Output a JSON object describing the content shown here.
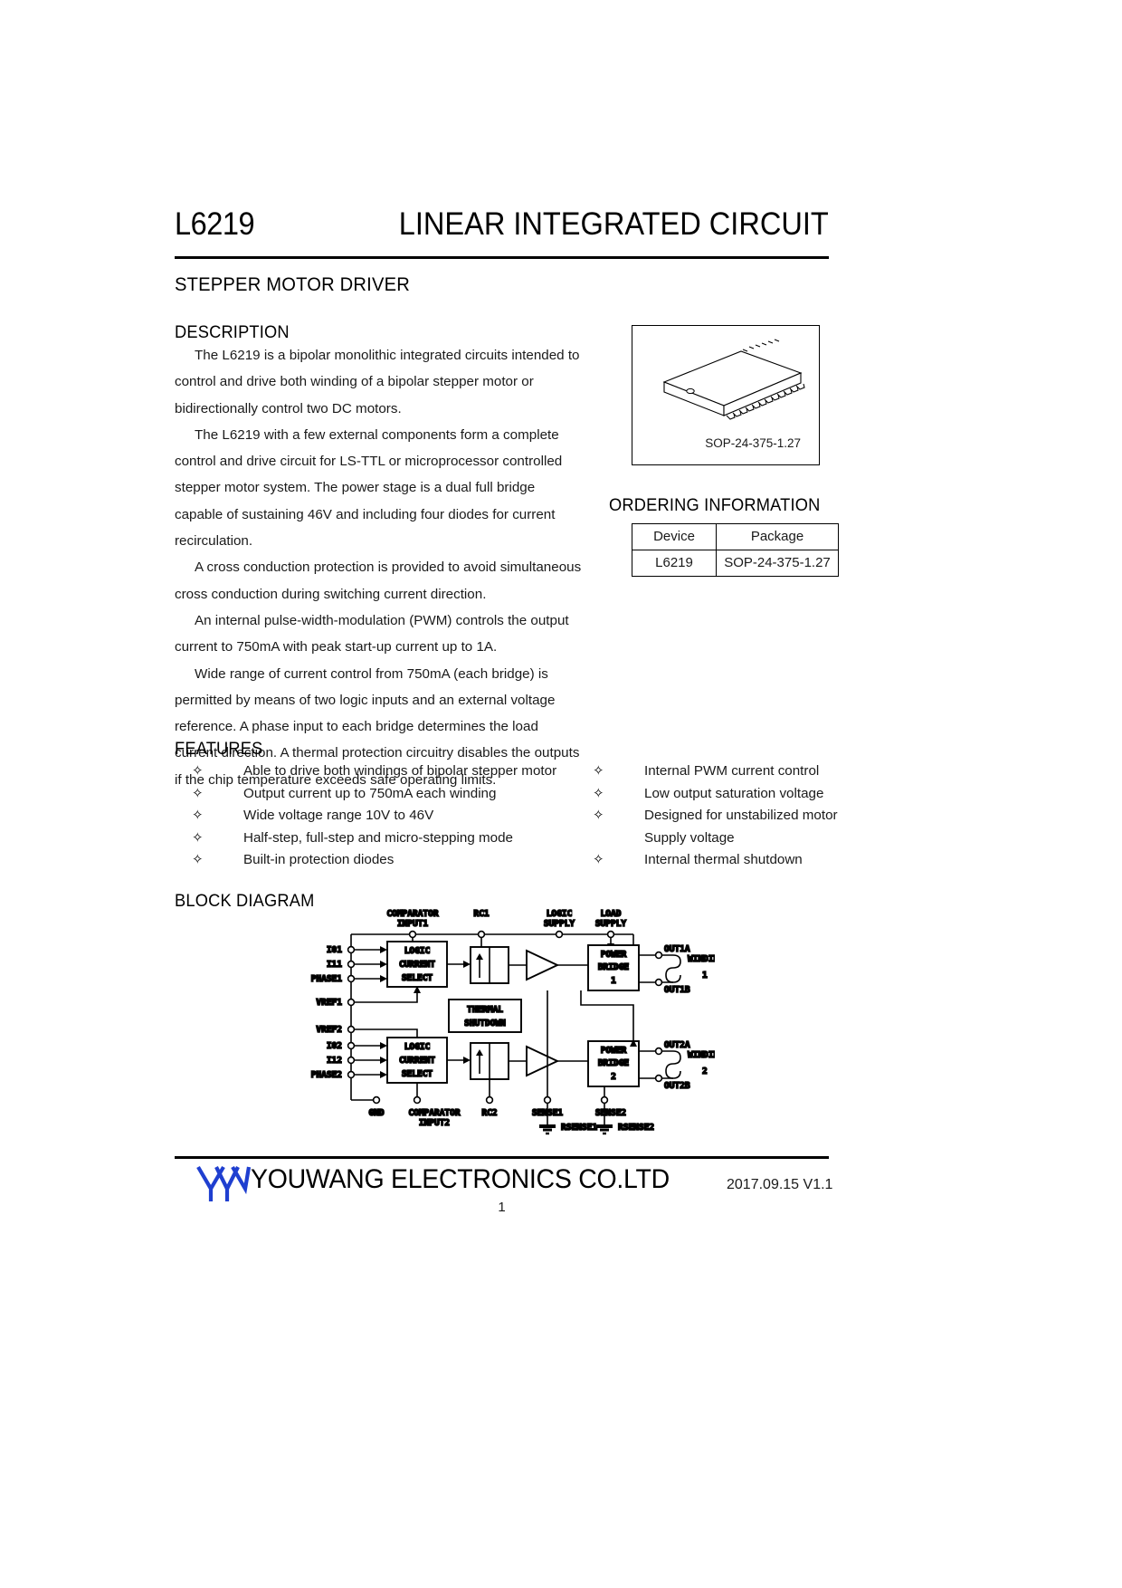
{
  "header": {
    "doc_code": "L6219",
    "doc_title": "LINEAR INTEGRATED CIRCUIT",
    "subtitle": "STEPPER MOTOR DRIVER"
  },
  "sections": {
    "description_heading": "DESCRIPTION",
    "ordering_heading": "ORDERING INFORMATION",
    "features_heading": "FEATURES",
    "block_heading": "BLOCK DIAGRAM"
  },
  "description": {
    "paragraphs": [
      [
        "The L6219 is a bipolar monolithic integrated circuits intended to",
        "control and drive both winding of a bipolar stepper motor or",
        "bidirectionally control two DC motors."
      ],
      [
        "The L6219 with a few external components form a complete",
        "control and drive circuit for LS-TTL or microprocessor controlled",
        "stepper motor system. The power stage is a dual full bridge",
        "capable of sustaining 46V and including four diodes for current",
        "recirculation."
      ],
      [
        "A cross conduction protection is provided to avoid simultaneous",
        "cross conduction during switching current direction."
      ],
      [
        "An internal pulse-width-modulation (PWM) controls the output",
        "current to 750mA with peak start-up current up to 1A."
      ],
      [
        "Wide range of current control from 750mA (each bridge) is",
        "permitted by means of two logic inputs and an external voltage",
        "reference. A phase input to each bridge determines the load",
        "current direction. A thermal protection circuitry disables the outputs",
        "if the chip temperature exceeds safe operating limits."
      ]
    ]
  },
  "package": {
    "caption": "SOP-24-375-1.27"
  },
  "ordering_table": {
    "headers": [
      "Device",
      "Package"
    ],
    "rows": [
      [
        "L6219",
        "SOP-24-375-1.27"
      ]
    ]
  },
  "features": {
    "bullet_glyph": "✧",
    "left": [
      "Able to drive both windings of bipolar stepper motor",
      "Output current up to 750mA each winding",
      "Wide voltage range 10V to 46V",
      "Half-step, full-step and micro-stepping mode",
      "Built-in protection diodes"
    ],
    "right": [
      "Internal PWM current control",
      "Low output saturation voltage",
      "Designed for unstabilized motor",
      "Internal thermal shutdown"
    ],
    "right_continuation": "Supply voltage"
  },
  "block_diagram": {
    "top_labels": {
      "comparator_input1_l1": "COMPARATOR",
      "comparator_input1_l2": "INPUT1",
      "rc1": "RC1",
      "logic_supply_l1": "LOGIC",
      "logic_supply_l2": "SUPPLY",
      "load_supply_l1": "LOAD",
      "load_supply_l2": "SUPPLY"
    },
    "left_pins_ch1": [
      "I01",
      "I11",
      "PHASE1"
    ],
    "left_pins_mid": [
      "VREF1",
      "VREF2"
    ],
    "left_pins_ch2": [
      "I02",
      "I12",
      "PHASE2"
    ],
    "blocks": {
      "logic1_l1": "LOGIC",
      "logic1_l2": "CURRENT",
      "logic1_l3": "SELECT",
      "logic2_l1": "LOGIC",
      "logic2_l2": "CURRENT",
      "logic2_l3": "SELECT",
      "thermal_l1": "THERMAL",
      "thermal_l2": "SHUTDOWN",
      "bridge1_l1": "POWER",
      "bridge1_l2": "BRIDGE",
      "bridge1_l3": "1",
      "bridge2_l1": "POWER",
      "bridge2_l2": "BRIDGE",
      "bridge2_l3": "2"
    },
    "right_pins": {
      "out1a": "OUT1A",
      "out1b": "OUT1B",
      "out2a": "OUT2A",
      "out2b": "OUT2B",
      "winding1_l1": "WINDING",
      "winding1_l2": "1",
      "winding2_l1": "WINDING",
      "winding2_l2": "2"
    },
    "bottom_labels": {
      "gnd": "GND",
      "comparator_input2_l1": "COMPARATOR",
      "comparator_input2_l2": "INPUT2",
      "rc2": "RC2",
      "sense1": "SENSE1",
      "rsense1": "RSENSE1",
      "sense2": "SENSE2",
      "rsense2": "RSENSE2"
    }
  },
  "footer": {
    "company": "YOUWANG ELECTRONICS CO.LTD",
    "logo_text": "YW",
    "logo_color": "#1f3fd0",
    "version": "2017.09.15 V1.1",
    "page_number": "1"
  }
}
